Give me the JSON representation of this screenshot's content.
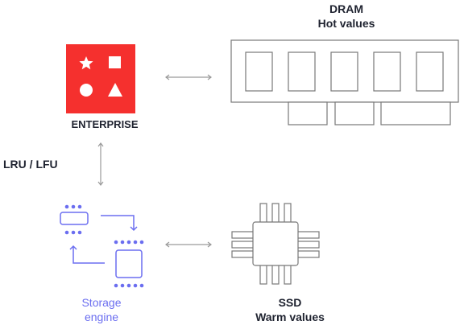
{
  "diagram": {
    "enterprise": {
      "label": "ENTERPRISE",
      "color": "#f5302e"
    },
    "dram": {
      "line1": "DRAM",
      "line2": "Hot values"
    },
    "policy": {
      "label": "LRU / LFU"
    },
    "storage": {
      "line1": "Storage",
      "line2": "engine",
      "color": "#6b6ef0"
    },
    "ssd": {
      "line1": "SSD",
      "line2": "Warm values"
    },
    "icons": [
      "enterprise-logo-icon",
      "dram-module-icon",
      "storage-engine-icon",
      "ssd-chip-icon",
      "double-arrow-icon"
    ]
  }
}
